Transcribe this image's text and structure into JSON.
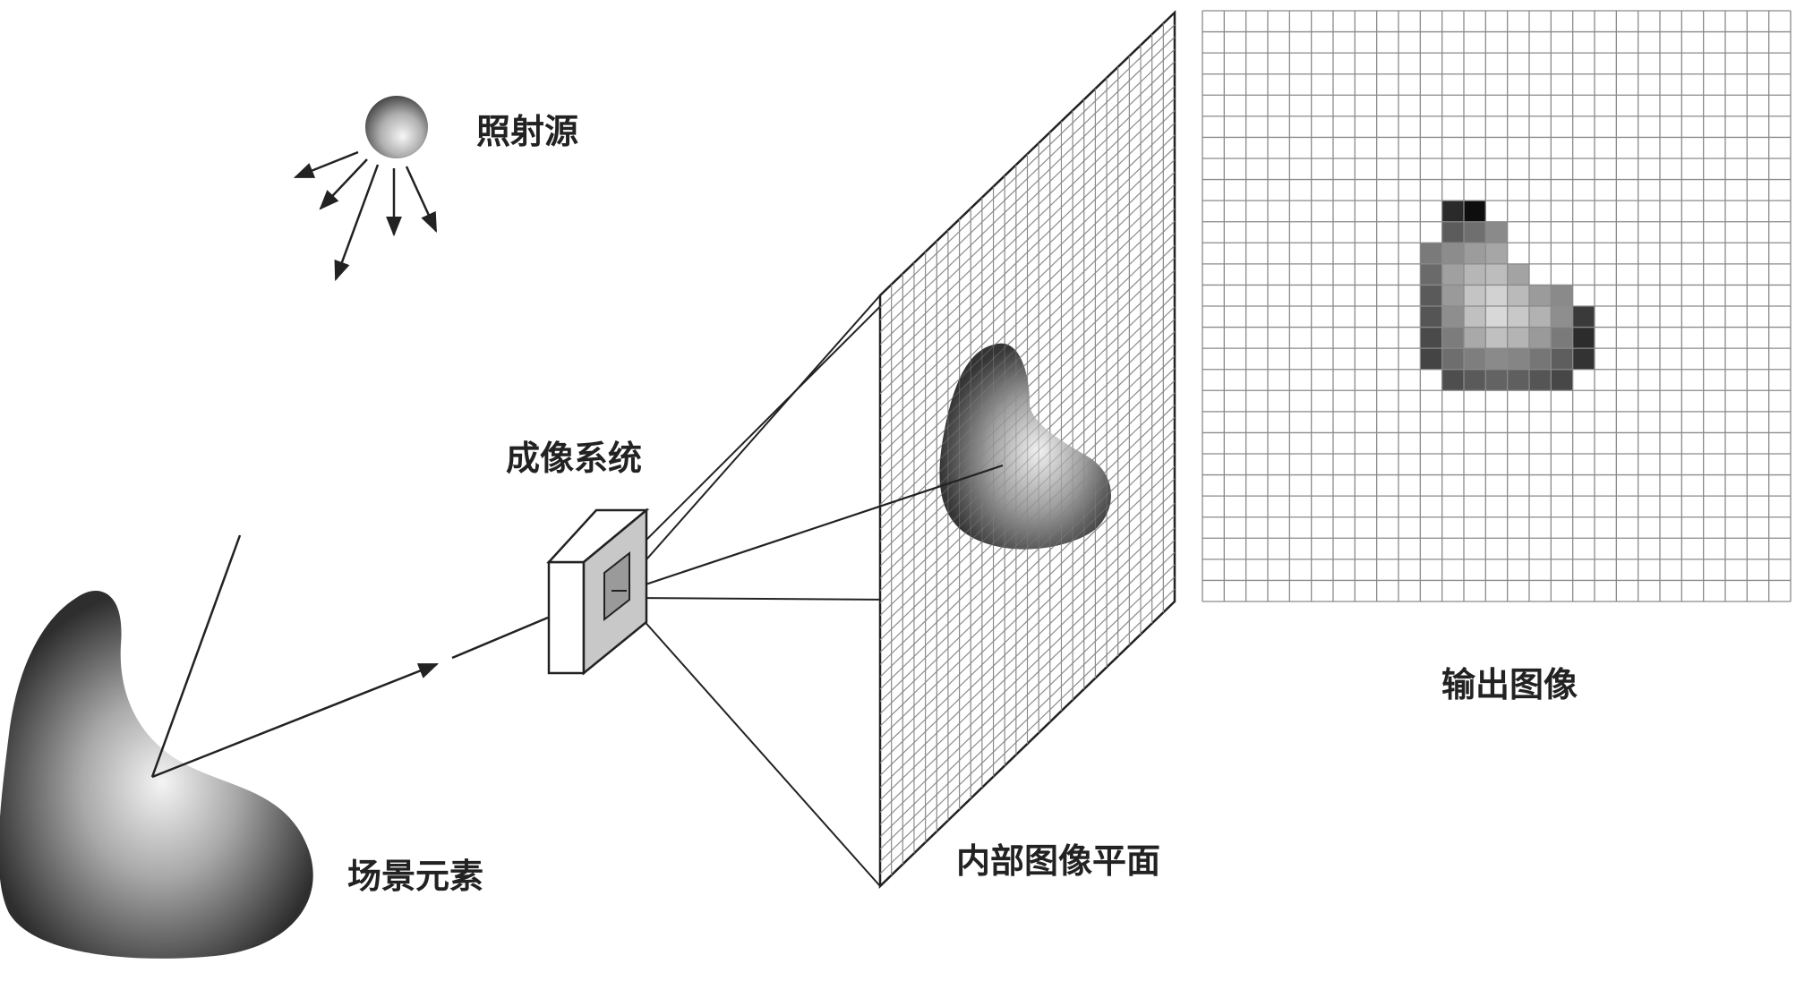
{
  "labels": {
    "light_source": "照射源",
    "imaging_system": "成像系统",
    "scene_element": "场景元素",
    "image_plane": "内部图像平面",
    "output_image": "输出图像"
  },
  "colors": {
    "background": "#ffffff",
    "ink": "#222222",
    "grid_line": "#8a8a8a"
  },
  "output_image": {
    "grid_columns": 27,
    "grid_rows": 28,
    "pixels": [
      {
        "col": 11,
        "row": 9,
        "gray": "#2a2a2a"
      },
      {
        "col": 12,
        "row": 9,
        "gray": "#0e0e0e"
      },
      {
        "col": 11,
        "row": 10,
        "gray": "#5c5c5c"
      },
      {
        "col": 12,
        "row": 10,
        "gray": "#6f6f6f"
      },
      {
        "col": 13,
        "row": 10,
        "gray": "#8a8a8a"
      },
      {
        "col": 10,
        "row": 11,
        "gray": "#7a7a7a"
      },
      {
        "col": 11,
        "row": 11,
        "gray": "#8c8c8c"
      },
      {
        "col": 12,
        "row": 11,
        "gray": "#9c9c9c"
      },
      {
        "col": 13,
        "row": 11,
        "gray": "#a6a6a6"
      },
      {
        "col": 10,
        "row": 12,
        "gray": "#6a6a6a"
      },
      {
        "col": 11,
        "row": 12,
        "gray": "#a0a0a0"
      },
      {
        "col": 12,
        "row": 12,
        "gray": "#b6b6b6"
      },
      {
        "col": 13,
        "row": 12,
        "gray": "#bdbdbd"
      },
      {
        "col": 14,
        "row": 12,
        "gray": "#a3a3a3"
      },
      {
        "col": 10,
        "row": 13,
        "gray": "#5a5a5a"
      },
      {
        "col": 11,
        "row": 13,
        "gray": "#9a9a9a"
      },
      {
        "col": 12,
        "row": 13,
        "gray": "#c4c4c4"
      },
      {
        "col": 13,
        "row": 13,
        "gray": "#d2d2d2"
      },
      {
        "col": 14,
        "row": 13,
        "gray": "#bababa"
      },
      {
        "col": 15,
        "row": 13,
        "gray": "#9b9b9b"
      },
      {
        "col": 16,
        "row": 13,
        "gray": "#8a8a8a"
      },
      {
        "col": 10,
        "row": 14,
        "gray": "#555555"
      },
      {
        "col": 11,
        "row": 14,
        "gray": "#8e8e8e"
      },
      {
        "col": 12,
        "row": 14,
        "gray": "#c0c0c0"
      },
      {
        "col": 13,
        "row": 14,
        "gray": "#d8d8d8"
      },
      {
        "col": 14,
        "row": 14,
        "gray": "#c8c8c8"
      },
      {
        "col": 15,
        "row": 14,
        "gray": "#b2b2b2"
      },
      {
        "col": 16,
        "row": 14,
        "gray": "#8e8e8e"
      },
      {
        "col": 17,
        "row": 14,
        "gray": "#3a3a3a"
      },
      {
        "col": 10,
        "row": 15,
        "gray": "#4a4a4a"
      },
      {
        "col": 11,
        "row": 15,
        "gray": "#7c7c7c"
      },
      {
        "col": 12,
        "row": 15,
        "gray": "#a9a9a9"
      },
      {
        "col": 13,
        "row": 15,
        "gray": "#c0c0c0"
      },
      {
        "col": 14,
        "row": 15,
        "gray": "#b4b4b4"
      },
      {
        "col": 15,
        "row": 15,
        "gray": "#9a9a9a"
      },
      {
        "col": 16,
        "row": 15,
        "gray": "#7a7a7a"
      },
      {
        "col": 17,
        "row": 15,
        "gray": "#2c2c2c"
      },
      {
        "col": 10,
        "row": 16,
        "gray": "#444444"
      },
      {
        "col": 11,
        "row": 16,
        "gray": "#6e6e6e"
      },
      {
        "col": 12,
        "row": 16,
        "gray": "#7e7e7e"
      },
      {
        "col": 13,
        "row": 16,
        "gray": "#8a8a8a"
      },
      {
        "col": 14,
        "row": 16,
        "gray": "#858585"
      },
      {
        "col": 15,
        "row": 16,
        "gray": "#767676"
      },
      {
        "col": 16,
        "row": 16,
        "gray": "#5e5e5e"
      },
      {
        "col": 17,
        "row": 16,
        "gray": "#333333"
      },
      {
        "col": 11,
        "row": 17,
        "gray": "#4e4e4e"
      },
      {
        "col": 12,
        "row": 17,
        "gray": "#5a5a5a"
      },
      {
        "col": 13,
        "row": 17,
        "gray": "#636363"
      },
      {
        "col": 14,
        "row": 17,
        "gray": "#5f5f5f"
      },
      {
        "col": 15,
        "row": 17,
        "gray": "#555555"
      },
      {
        "col": 16,
        "row": 17,
        "gray": "#474747"
      }
    ]
  }
}
